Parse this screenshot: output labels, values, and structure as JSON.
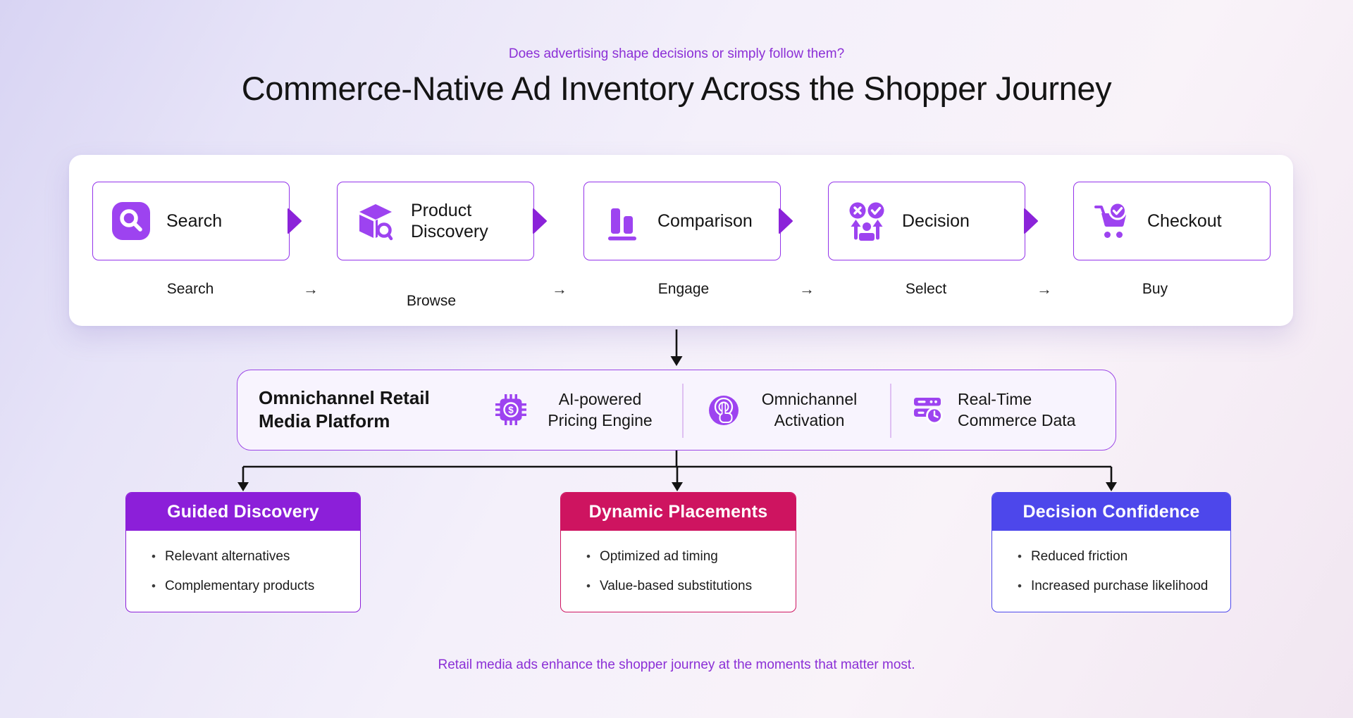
{
  "page": {
    "subtitle": "Does advertising shape decisions or simply follow them?",
    "title": "Commerce-Native Ad Inventory Across the Shopper Journey",
    "footer": "Retail media ads enhance the shopper journey at the moments that matter most."
  },
  "journey": {
    "stages": [
      {
        "label": "Search",
        "icon": "search-icon"
      },
      {
        "label": "Product Discovery",
        "icon": "product-discovery-icon"
      },
      {
        "label": "Comparison",
        "icon": "comparison-bars-icon"
      },
      {
        "label": "Decision",
        "icon": "decision-choice-icon"
      },
      {
        "label": "Checkout",
        "icon": "cart-check-icon"
      }
    ],
    "flow_labels": [
      "Search",
      "Browse",
      "Engage",
      "Select",
      "Buy"
    ],
    "flow_arrow": "→"
  },
  "platform": {
    "title": "Omnichannel Retail Media Platform",
    "features": [
      {
        "label": "AI-powered Pricing Engine",
        "icon": "chip-dollar-icon"
      },
      {
        "label": "Omnichannel Activation",
        "icon": "touch-activation-icon"
      },
      {
        "label": "Real-Time Commerce Data",
        "icon": "server-clock-icon"
      }
    ]
  },
  "outcomes": [
    {
      "title": "Guided Discovery",
      "color": "#8c1fd9",
      "items": [
        "Relevant alternatives",
        "Complementary products"
      ]
    },
    {
      "title": "Dynamic Placements",
      "color": "#ce1460",
      "items": [
        "Optimized ad timing",
        "Value-based substitutions"
      ]
    },
    {
      "title": "Decision Confidence",
      "color": "#4d47eb",
      "items": [
        "Reduced friction",
        "Increased purchase likelihood"
      ]
    }
  ],
  "colors": {
    "accent_purple": "#9333ea",
    "icon_purple": "#9d43f0",
    "text_purple": "#8b2fd6",
    "outcome_purple": "#8c1fd9",
    "outcome_pink": "#ce1460",
    "outcome_blue": "#4d47eb"
  }
}
